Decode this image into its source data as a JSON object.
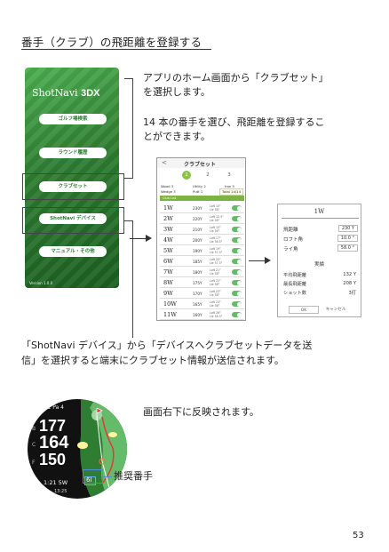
{
  "heading": "番手（クラブ）の飛距離を登録する",
  "intro": {
    "line1": "アプリのホーム画面から「クラブセット」",
    "line2": "を選択します。",
    "line3": "14 本の番手を選び、飛距離を登録するこ",
    "line4": "とができます。"
  },
  "home_screen": {
    "logo": "ShotNavi",
    "model": "3DX",
    "buttons": [
      "ゴルフ場検索",
      "ラウンド履歴",
      "クラブセット",
      "ShotNavi デバイス",
      "マニュアル・その他"
    ],
    "version": "Version 1.0.0"
  },
  "club_screen": {
    "back": "<",
    "title": "クラブセット",
    "tabs": [
      "1",
      "2",
      "3"
    ],
    "summary": {
      "wood": "Wood 3",
      "utility": "Utility 2",
      "iron": "Iron 5",
      "wedge": "Wedge 3",
      "putt": "Putt 1",
      "total": "Total 14/14"
    },
    "header": "Club List",
    "rows": [
      {
        "name": "1W",
        "dist": "230Y",
        "loft": "Loft 10°",
        "lie": "Lie 58°"
      },
      {
        "name": "2W",
        "dist": "220Y",
        "loft": "Loft 12.5°",
        "lie": "Lie 58°"
      },
      {
        "name": "3W",
        "dist": "210Y",
        "loft": "Loft 15°",
        "lie": "Lie 56°"
      },
      {
        "name": "4W",
        "dist": "200Y",
        "loft": "Loft 17°",
        "lie": "Lie 56.5°"
      },
      {
        "name": "5W",
        "dist": "190Y",
        "loft": "Loft 19°",
        "lie": "Lie 57.5°"
      },
      {
        "name": "6W",
        "dist": "185Y",
        "loft": "Loft 20°",
        "lie": "Lie 57.5°"
      },
      {
        "name": "7W",
        "dist": "180Y",
        "loft": "Loft 21°",
        "lie": "Lie 58°"
      },
      {
        "name": "8W",
        "dist": "175Y",
        "loft": "Loft 22°",
        "lie": "Lie 58°"
      },
      {
        "name": "9W",
        "dist": "170Y",
        "loft": "Loft 23°",
        "lie": "Lie 58°"
      },
      {
        "name": "10W",
        "dist": "165Y",
        "loft": "Loft 24°",
        "lie": "Lie 58°"
      },
      {
        "name": "11W",
        "dist": "160Y",
        "loft": "Loft 26°",
        "lie": "Lie 58.5°"
      }
    ]
  },
  "detail_dialog": {
    "title": "1W",
    "distance_label": "飛距離",
    "distance_value": "230 Y",
    "loft_label": "ロフト角",
    "loft_value": "10.0 °",
    "lie_label": "ライ角",
    "lie_value": "58.0 °",
    "results_title": "実績",
    "avg_label": "平均飛距離",
    "avg_value": "132 Y",
    "max_label": "最長飛距離",
    "max_value": "208 Y",
    "shots_label": "ショット数",
    "shots_value": "3打",
    "ok": "OK",
    "cancel": "キャンセル"
  },
  "middle": {
    "line1": "「ShotNavi デバイス」から「デバイスへクラブセットデータを送",
    "line2": "信」を選択すると端末にクラブセット情報が送信されます。"
  },
  "watch": {
    "top": "H1  Pa 4",
    "back_letter": "B",
    "back": "177",
    "center_letter": "C",
    "center": "164",
    "front_letter": "F",
    "front": "150",
    "bottom": "1:21  5W",
    "rec": "6I",
    "time": "13:25"
  },
  "watch_caption": "画面右下に反映されます。",
  "recommended_label": "推奨番手",
  "page_number": "53",
  "colors": {
    "app_green": "#2e7d32",
    "accent_green": "#7cb342",
    "toggle_green": "#66bb6a",
    "callout_blue": "#4a90d9"
  }
}
